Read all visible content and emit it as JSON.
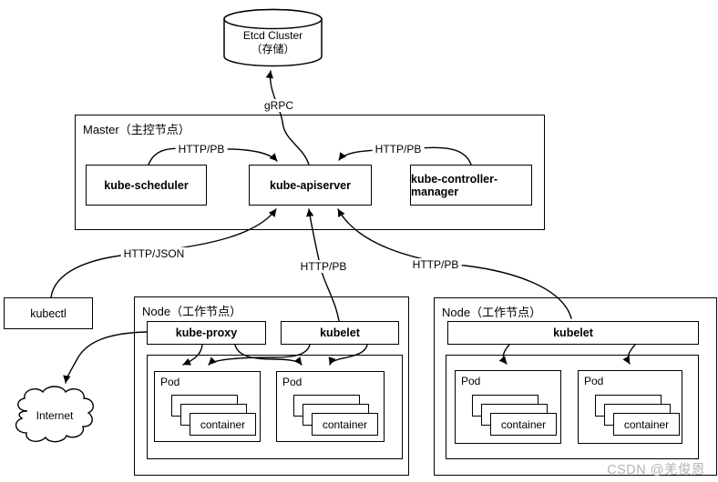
{
  "etcd": {
    "name": "Etcd Cluster",
    "subtitle": "（存储）"
  },
  "master": {
    "label": "Master（主控节点）",
    "scheduler": "kube-scheduler",
    "apiserver": "kube-apiserver",
    "controller_manager": "kube-controller-manager"
  },
  "kubectl": {
    "label": "kubectl"
  },
  "internet": {
    "label": "Internet"
  },
  "nodes": {
    "node_label": "Node（工作节点）",
    "kube_proxy": "kube-proxy",
    "kubelet": "kubelet"
  },
  "pod": {
    "label": "Pod",
    "container": "container"
  },
  "edges": {
    "grpc": "gRPC",
    "http_pb": "HTTP/PB",
    "http_json": "HTTP/JSON"
  },
  "watermark": "CSDN @羌俊恩"
}
